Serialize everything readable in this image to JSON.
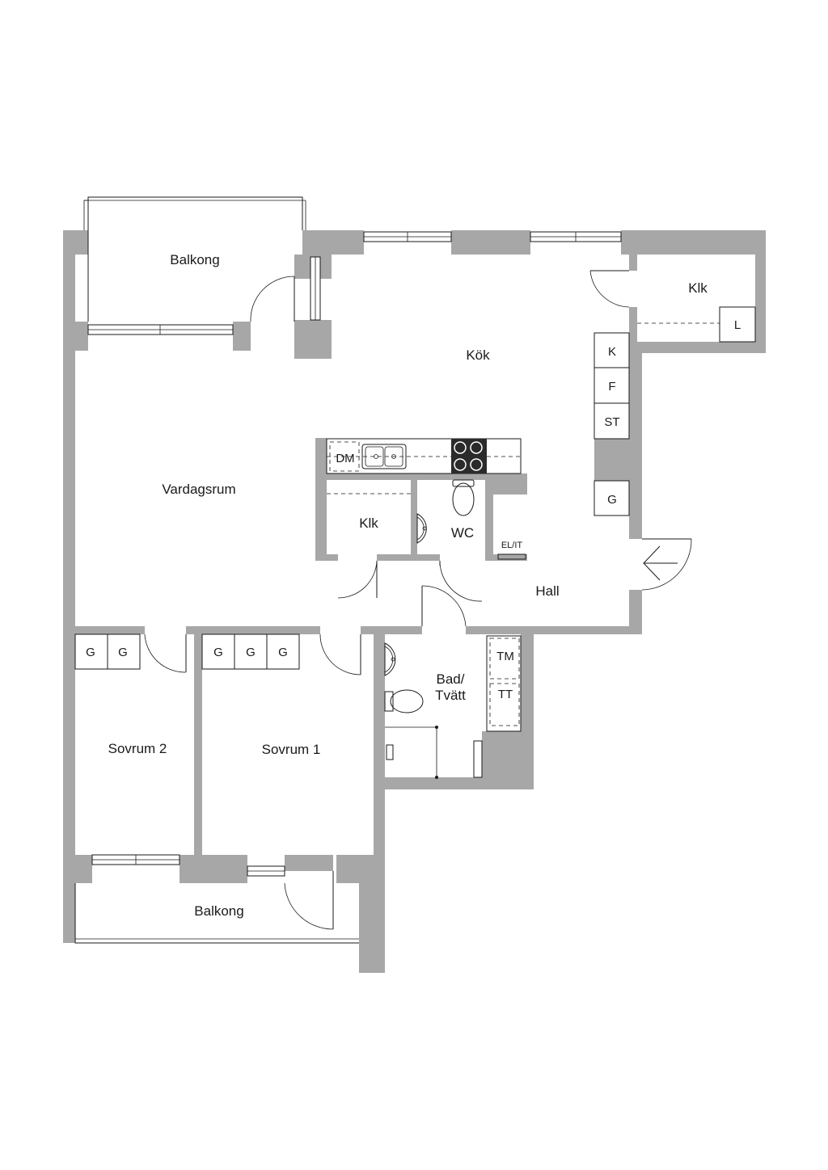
{
  "rooms": {
    "balkong_top": "Balkong",
    "kok": "Kök",
    "klk_top": "Klk",
    "vardagsrum": "Vardagsrum",
    "klk_mid": "Klk",
    "wc": "WC",
    "hall": "Hall",
    "bad_line1": "Bad/",
    "bad_line2": "Tvätt",
    "sovrum2": "Sovrum 2",
    "sovrum1": "Sovrum 1",
    "balkong_bottom": "Balkong"
  },
  "fixtures": {
    "lamp_l": "L",
    "kyl": "K",
    "frys": "F",
    "stad": "ST",
    "garderob": "G",
    "diskmaskin": "DM",
    "el_it": "EL/IT",
    "tvattmaskin": "TM",
    "torktumlare": "TT"
  },
  "colors": {
    "wall": "#a7a7a7",
    "line": "#1a1a1a",
    "stove": "#2b2b2b"
  }
}
